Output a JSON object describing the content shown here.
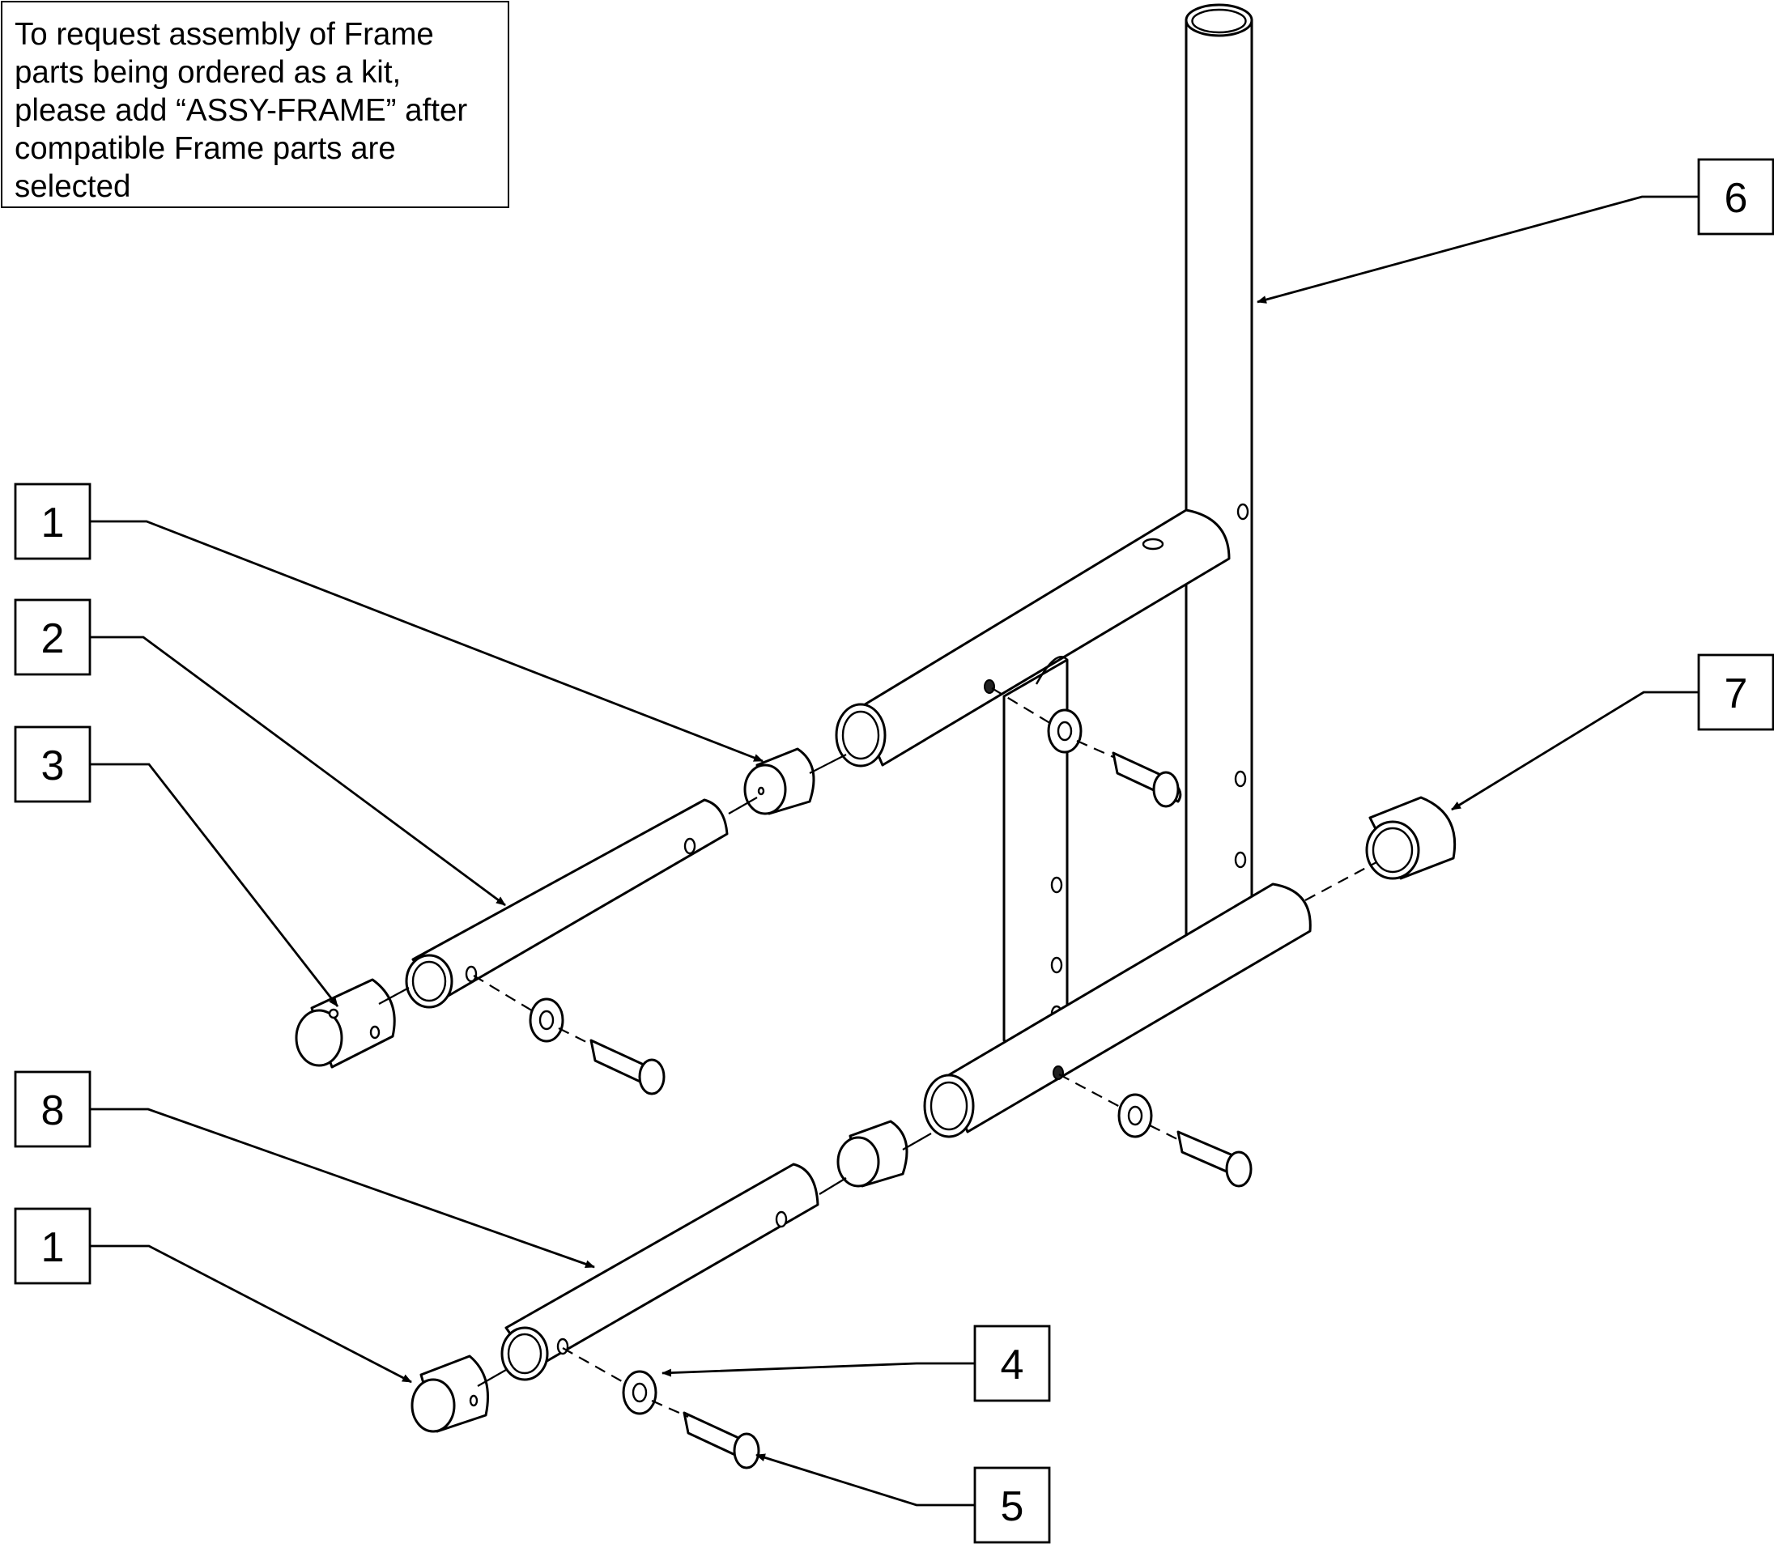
{
  "note": {
    "text": "To request assembly of Frame\nparts being ordered as a kit,\nplease add “ASSY-FRAME” after\ncompatible Frame parts are\nselected"
  },
  "callouts": {
    "c1_upper": "1",
    "c2": "2",
    "c3": "3",
    "c8": "8",
    "c1_lower": "1",
    "c6": "6",
    "c7": "7",
    "c4": "4",
    "c5": "5"
  }
}
